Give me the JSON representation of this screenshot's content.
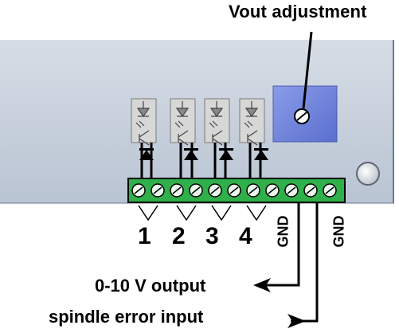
{
  "labels": {
    "title": "Vout adjustment",
    "inputs": [
      "1",
      "2",
      "3",
      "4"
    ],
    "gnd_1": "GND",
    "gnd_2": "GND",
    "output": "0-10 V output",
    "error_input": "spindle error input"
  },
  "colors": {
    "board": "#c2ccd9",
    "potentiometer": "#6f84de",
    "terminal_block": "#2fb04a",
    "optocoupler": "#d7d7d7"
  },
  "components": {
    "optocouplers": 4,
    "terminals": 11
  }
}
